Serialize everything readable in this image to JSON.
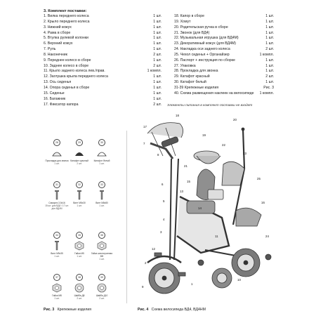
{
  "section_title": "3. Комплект поставки:",
  "left_items": [
    {
      "name": "1. Вилка переднего колеса",
      "qty": "1 шт."
    },
    {
      "name": "2. Крыло переднего колеса",
      "qty": "1 шт."
    },
    {
      "name": "3. Нижний кожух",
      "qty": "1 шт."
    },
    {
      "name": "4. Рама в сборе",
      "qty": "1 шт."
    },
    {
      "name": "5. Втулка рулевой колонки",
      "qty": "1 шт."
    },
    {
      "name": "6. Верхний кожух",
      "qty": "1 шт."
    },
    {
      "name": "7. Руль",
      "qty": "1 шт."
    },
    {
      "name": "8. Наконечник",
      "qty": "2 шт."
    },
    {
      "name": "9. Переднее колесо в сборе",
      "qty": "1 шт."
    },
    {
      "name": "10. Заднее колесо в сборе",
      "qty": "2 шт."
    },
    {
      "name": "11. Крыло заднего колеса лев./прав.",
      "qty": "1 компл."
    },
    {
      "name": "12. Заглушка крыла переднего колеса",
      "qty": "1 шт."
    },
    {
      "name": "13. Ось сиденья",
      "qty": "1 шт."
    },
    {
      "name": "14. Опора сиденья в сборе",
      "qty": "1 шт."
    },
    {
      "name": "15. Сиденье",
      "qty": "1 шт."
    },
    {
      "name": "16. Багажник",
      "qty": "1 шт."
    },
    {
      "name": "17. Фиксатор капора",
      "qty": "2 шт."
    }
  ],
  "right_items": [
    {
      "name": "18. Капор в сборе",
      "qty": "1 шт."
    },
    {
      "name": "19. Хомут",
      "qty": "1 шт."
    },
    {
      "name": "20. Родительская ручка в сборе",
      "qty": "1 шт."
    },
    {
      "name": "21. Звонок (для ВД4)",
      "qty": "1 шт."
    },
    {
      "name": "22. Музыкальная игрушка (для ВД4М)",
      "qty": "1 шт."
    },
    {
      "name": "23. Декоративный кожух (для ВД4М)",
      "qty": "1 шт."
    },
    {
      "name": "24. Накладка оси заднего колеса",
      "qty": "2 шт."
    },
    {
      "name": "25. Чехол сиденья + Органайзер",
      "qty": "1 компл."
    },
    {
      "name": "26. Паспорт + инструкция по сборке",
      "qty": "1 шт."
    },
    {
      "name": "27. Упаковка",
      "qty": "1 шт."
    },
    {
      "name": "28. Прокладка для звонка",
      "qty": "1 шт."
    },
    {
      "name": "29. Катафот красный",
      "qty": "2 шт."
    },
    {
      "name": "30. Катафот белый",
      "qty": "1 шт."
    },
    {
      "name": "31-39 Крепежные изделия",
      "qty": "Рис. 3"
    },
    {
      "name": "40. Схема размещения наклеек на велосипеде",
      "qty": "1 компл."
    }
  ],
  "note": "Элементы питания в комплект поставки не входят",
  "fig3_caption": {
    "prefix": "Рис. 3",
    "text": "Крепежные изделия"
  },
  "fig4_caption": {
    "prefix": "Рис. 4",
    "text": "Схема велосипеда ВД4, ВД4НМ"
  },
  "fastener_parts": [
    {
      "num": "28",
      "label": "Прокладка для звонка",
      "qty": "1 шт."
    },
    {
      "num": "29",
      "label": "Катафот красный",
      "qty": "2 шт."
    },
    {
      "num": "30",
      "label": "Катафот белый",
      "qty": "1 шт."
    },
    {
      "num": "31",
      "label": "Саморез 3,5x16",
      "qty": "15 шт. для ВД4 / 17 шт. для ВД4М"
    },
    {
      "num": "32",
      "label": "Винт M5x30",
      "qty": "1 шт."
    },
    {
      "num": "33",
      "label": "Винт M8x80",
      "qty": "1 шт."
    },
    {
      "num": "34",
      "label": "Винт M5x35",
      "qty": "1 шт."
    },
    {
      "num": "35",
      "label": "Гайка M5",
      "qty": "1 шт."
    },
    {
      "num": "36",
      "label": "Гайка шестигранная M5",
      "qty": "1 шт."
    },
    {
      "num": "37",
      "label": "Гайка M8",
      "qty": "1 шт."
    },
    {
      "num": "38",
      "label": "Шайба Д8",
      "qty": "2 шт."
    },
    {
      "num": "39",
      "label": "Шайба Д10",
      "qty": "2 шт."
    }
  ],
  "callouts": [
    "18",
    "17",
    "20",
    "19",
    "7",
    "8",
    "21",
    "22",
    "23",
    "25",
    "15",
    "13",
    "6",
    "14",
    "5",
    "16",
    "4",
    "3",
    "12",
    "2",
    "11",
    "9",
    "10",
    "1",
    "24"
  ]
}
